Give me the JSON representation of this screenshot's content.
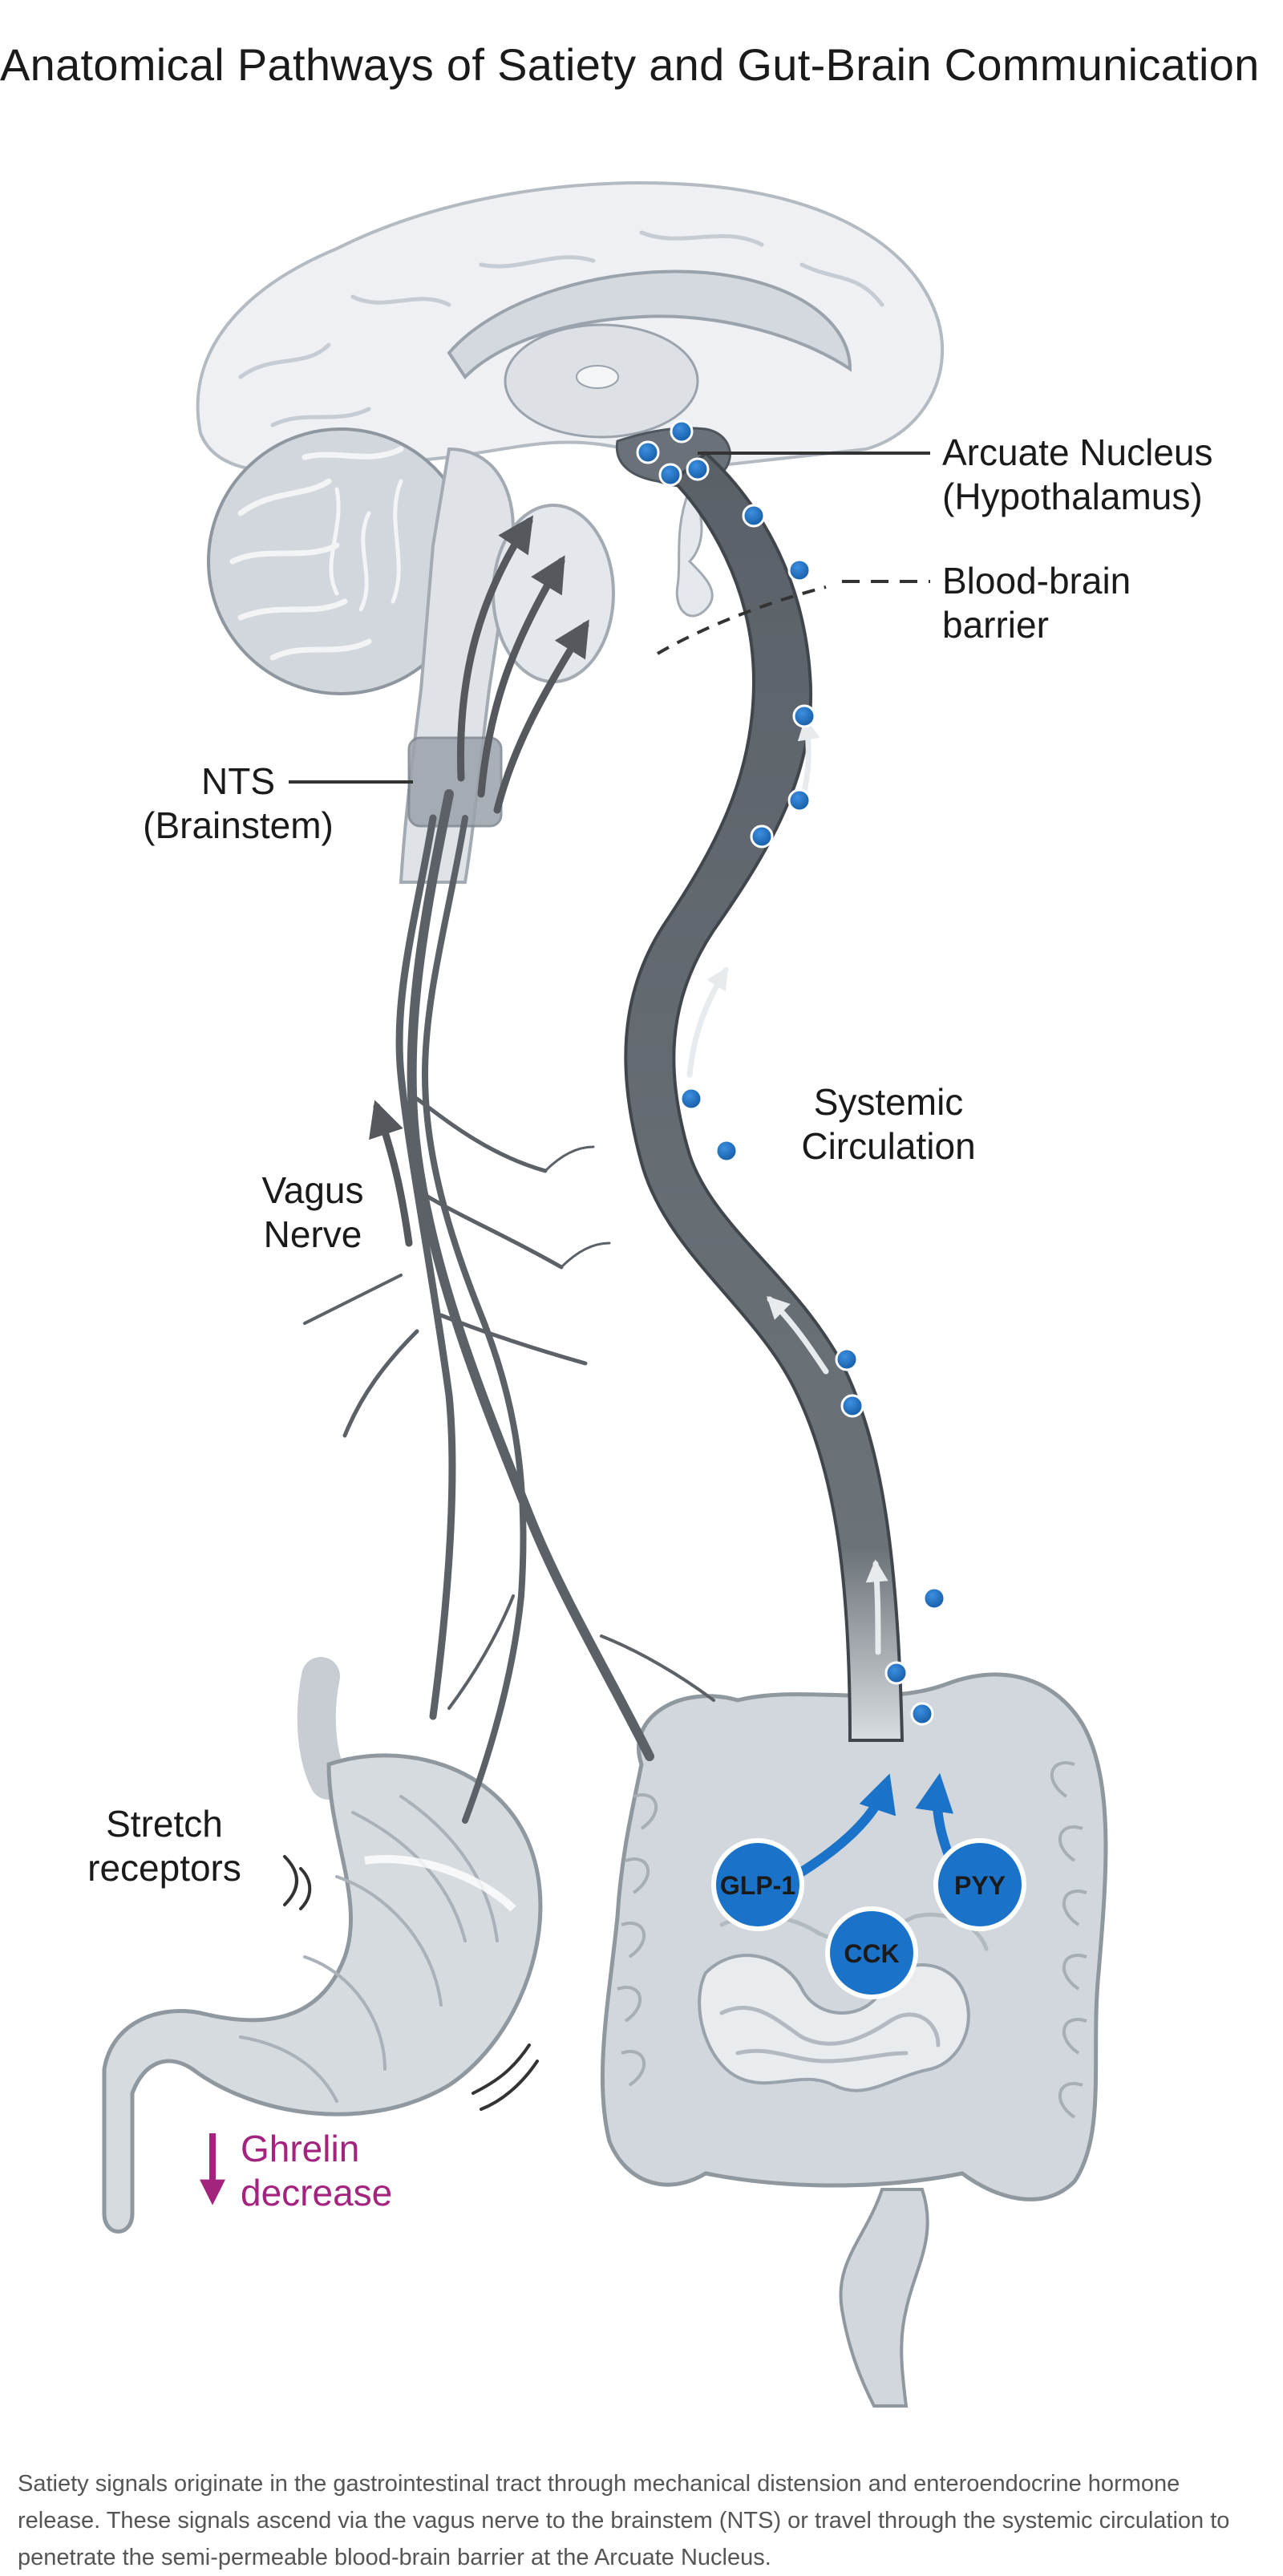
{
  "title": "Anatomical Pathways of Satiety and Gut-Brain Communication",
  "labels": {
    "arcuate_line1": "Arcuate Nucleus",
    "arcuate_line2": "(Hypothalamus)",
    "bbb_line1": "Blood-brain",
    "bbb_line2": "barrier",
    "nts_line1": "NTS",
    "nts_line2": "(Brainstem)",
    "systemic_line1": "Systemic",
    "systemic_line2": "Circulation",
    "vagus_line1": "Vagus",
    "vagus_line2": "Nerve",
    "stretch_line1": "Stretch",
    "stretch_line2": "receptors",
    "ghrelin_line1": "Ghrelin",
    "ghrelin_line2": "decrease"
  },
  "hormones": {
    "glp1": "GLP-1",
    "pyy": "PYY",
    "cck": "CCK"
  },
  "colors": {
    "hormone_blue": "#1a73c8",
    "vessel_dark": "#5f666d",
    "ghrelin_magenta": "#a3237f",
    "tissue_gray": "#d4d9df"
  },
  "caption": "Satiety signals originate in the gastrointestinal tract through mechanical distension and enteroendocrine hormone release. These signals ascend via the vagus nerve to the brainstem (NTS) or travel through the systemic circulation to penetrate the semi-permeable blood-brain barrier at the Arcuate Nucleus."
}
